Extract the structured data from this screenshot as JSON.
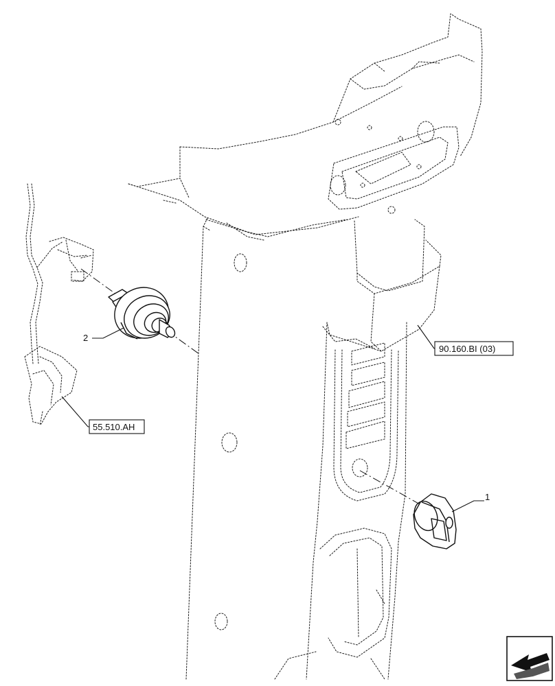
{
  "callouts": {
    "item_1": "1",
    "item_2": "2"
  },
  "references": {
    "ref_upper": "90.160.BI (03)",
    "ref_lower": "55.510.AH"
  },
  "icons": {
    "nav": "next-page-arrow-icon"
  },
  "colors": {
    "line": "#111111",
    "background": "#ffffff"
  }
}
